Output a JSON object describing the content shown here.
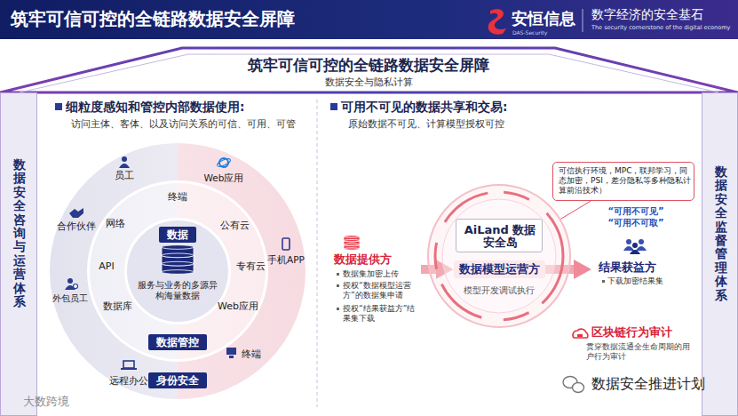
{
  "diagram": {
    "title": "筑牢可信可控的全链路数据安全屏障",
    "nodes": [
      {
        "text": [
          "筑牢可信可控的全链路数据安全屏障",
          "数据安全与隐私计算"
        ]
      },
      {
        "text": [
          "数据安全咨询与运营体系"
        ],
        "in": 0
      },
      {
        "text": [
          "细粒度感知和管控内部数据使用:",
          "访问主体、客体、以及访问关系的可信、可用、可管"
        ],
        "in": 0
      },
      {
        "text": [
          "员工",
          "Web应用",
          "手机APP",
          "终端",
          "远程办公",
          "外包员工",
          "合作伙伴"
        ],
        "in": 2
      },
      {
        "text": [
          "终端",
          "公有云",
          "专有云",
          "Web应用",
          "数据库",
          "API",
          "网络"
        ],
        "in": 3
      },
      {
        "text": [
          "服务与业务的多源异构海量数据"
        ],
        "in": 4
      },
      {
        "text": [
          "数据"
        ],
        "in": 5
      },
      {
        "text": [
          "数据管控"
        ],
        "in": 4
      },
      {
        "text": [
          "身份安全"
        ],
        "in": 3
      },
      {
        "text": [
          "可用不可见的数据共享和交易:",
          "原始数据不可见、计算模型授权可控"
        ],
        "in": 0
      },
      {
        "text": [
          "数据提供方",
          "数据集加密上传",
          "授权“数据模型运营方”的数据集申请",
          "授权“结果获益方”结果集下载"
        ],
        "in": 9
      },
      {
        "text": [
          "模型开发调试执行"
        ],
        "in": 9
      },
      {
        "text": [
          "AiLand 数据安全岛"
        ],
        "in": 11
      },
      {
        "text": [
          "数据模型运营方"
        ],
        "in": 11
      },
      {
        "text": [
          "可信执行环境，MPC，联邦学习，同态加密，PSI，差分隐私等多种隐私计算前沿技术）"
        ],
        "in": 9
      },
      {
        "text": [
          "结果获益方",
          "下载加密结果集"
        ],
        "in": 9
      },
      {
        "text": [
          "区块链行为审计",
          "贯穿数据流通全生命周期的用户行为审计"
        ],
        "in": 9
      },
      {
        "text": [
          "数据安全监督管理体系"
        ],
        "in": 0
      }
    ],
    "edges": [
      {
        "from": 10,
        "to": 13,
        "arrow": "to"
      },
      {
        "from": 13,
        "to": 15,
        "arrow": "to"
      },
      {
        "from": 14,
        "to": 11,
        "arrow": "none"
      }
    ],
    "labels": [
      "安恒信息",
      "DAS-Security",
      "数字经济的安全基石",
      "The security cornerstone of the digital economy",
      "“可用不可见”",
      "“可用不可取”",
      "大数跨境",
      "数据安全推进计划"
    ]
  }
}
